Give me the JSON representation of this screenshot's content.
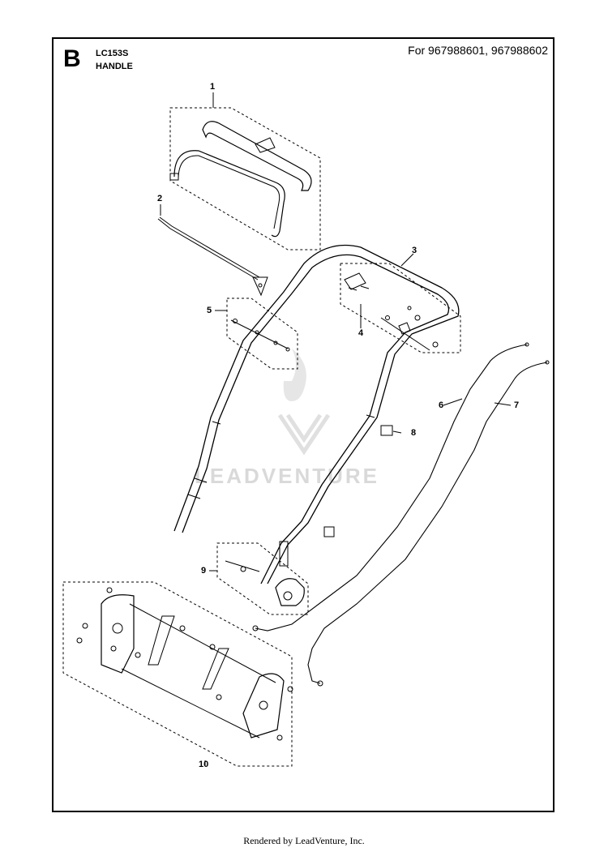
{
  "header": {
    "section_letter": "B",
    "model": "LC153S",
    "assembly_name": "HANDLE",
    "applies_to": "For 967988601, 967988602"
  },
  "callouts": [
    "1",
    "2",
    "3",
    "4",
    "5",
    "6",
    "7",
    "8",
    "9",
    "10"
  ],
  "watermark": {
    "text": "LEADVENTURE"
  },
  "footer": {
    "text": "Rendered by LeadVenture, Inc."
  }
}
